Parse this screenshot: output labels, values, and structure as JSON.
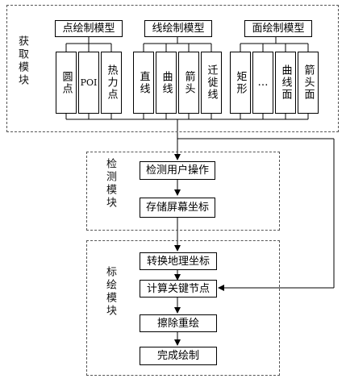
{
  "acquire": {
    "label": "获取模块",
    "point_header": "点绘制模型",
    "line_header": "线绘制模型",
    "surface_header": "面绘制模型",
    "point_items": [
      "圆点",
      "POI",
      "热力点"
    ],
    "line_items": [
      "直线",
      "曲线",
      "箭头",
      "迁徙线"
    ],
    "surface_items": [
      "矩形",
      "…",
      "曲线面",
      "箭头面"
    ]
  },
  "detect": {
    "label": "检测模块",
    "steps": [
      "检测用户操作",
      "存储屏幕坐标"
    ]
  },
  "plot": {
    "label": "标绘模块",
    "steps": [
      "转换地理坐标",
      "计算关键节点",
      "擦除重绘",
      "完成绘制"
    ]
  }
}
